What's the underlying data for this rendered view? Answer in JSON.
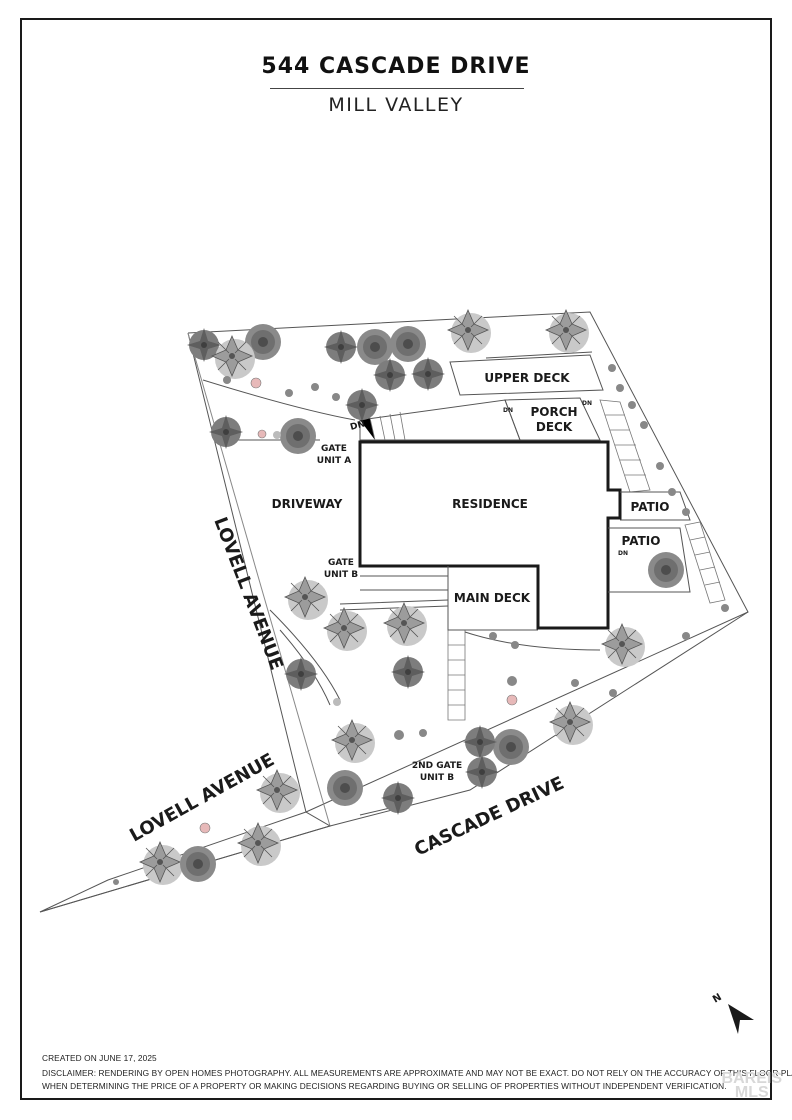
{
  "header": {
    "title": "544 CASCADE DRIVE",
    "subtitle": "MILL VALLEY"
  },
  "plan": {
    "labels": {
      "upper_deck": "UPPER DECK",
      "porch": "PORCH",
      "deck": "DECK",
      "gate": "GATE",
      "unit_a": "UNIT A",
      "driveway": "DRIVEWAY",
      "residence": "RESIDENCE",
      "patio_upper": "PATIO",
      "patio_lower": "PATIO",
      "gate_b": "GATE",
      "unit_b": "UNIT B",
      "main_deck": "MAIN DECK",
      "second_gate": "2ND GATE",
      "second_gate_unit": "UNIT B",
      "lovell_avenue_side": "LOVELL AVENUE",
      "lovell_avenue_bottom": "LOVELL AVENUE",
      "cascade_drive": "CASCADE DRIVE",
      "north": "N",
      "dn1": "DN",
      "dn2": "DN",
      "dn3": "DN",
      "dn4": "DN"
    },
    "colors": {
      "outline": "#1a1a1a",
      "tree_dark": "#6b6b6b",
      "tree_mid": "#9a9a9a",
      "tree_light": "#c4c4c4",
      "flower": "#e7b9b9"
    }
  },
  "footer": {
    "created": "CREATED ON JUNE 17, 2025",
    "disclaimer_line1": "DISCLAIMER: RENDERING BY OPEN HOMES PHOTOGRAPHY. ALL MEASUREMENTS ARE APPROXIMATE AND MAY NOT BE EXACT. DO NOT RELY ON THE ACCURACY OF THIS FLOOR PLAN",
    "disclaimer_line2": "WHEN DETERMINING THE PRICE OF A PROPERTY OR MAKING DECISIONS REGARDING BUYING OR SELLING OF PROPERTIES WITHOUT INDEPENDENT VERIFICATION.",
    "watermark_top": "BAREIS",
    "watermark_bottom": "MLS"
  }
}
